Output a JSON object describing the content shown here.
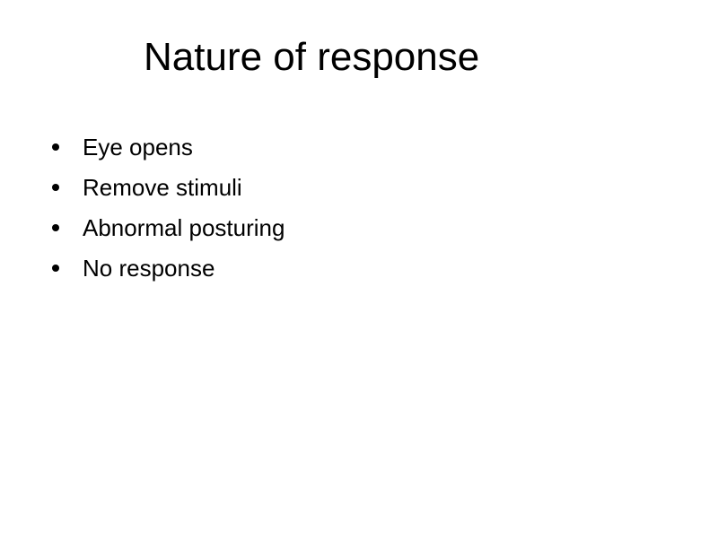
{
  "slide": {
    "title": "Nature of response",
    "bullets": [
      "Eye opens",
      "Remove stimuli",
      "Abnormal posturing",
      "No response"
    ]
  }
}
